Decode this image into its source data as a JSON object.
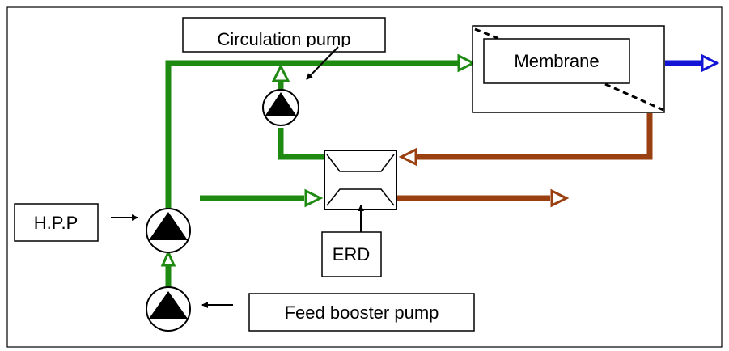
{
  "labels": {
    "circulation_pump": "Circulation pump",
    "membrane": "Membrane",
    "hpp": "H.P.P",
    "erd": "ERD",
    "feed_booster_pump": "Feed booster pump"
  },
  "colors": {
    "feed": "#1e8a12",
    "brine": "#9a3f10",
    "permeate": "#1414d6",
    "outline": "#000000"
  },
  "icons": [
    "pump-icon",
    "arrow-head-icon",
    "pointer-arrow-icon"
  ]
}
